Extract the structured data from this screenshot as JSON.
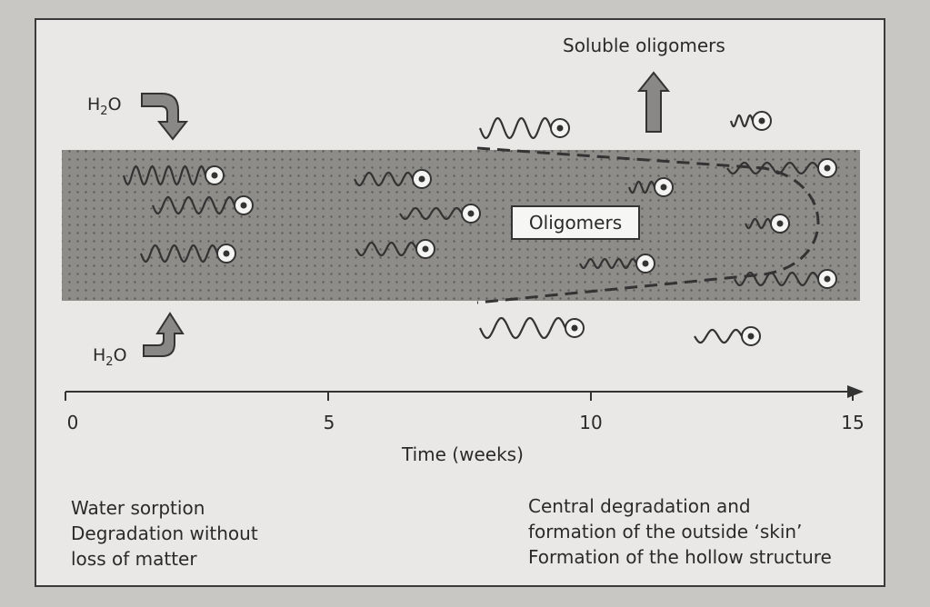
{
  "labels": {
    "soluble_oligomers": "Soluble oligomers",
    "oligomers": "Oligomers",
    "water_prefix": "H",
    "water_sub": "2",
    "water_suffix": "O",
    "axis_title": "Time (weeks)"
  },
  "axis": {
    "min": 0,
    "max": 15,
    "ticks": [
      "0",
      "5",
      "10",
      "15"
    ]
  },
  "captions": {
    "left": [
      "Water sorption",
      "Degradation without",
      "loss of matter"
    ],
    "right": [
      "Central degradation and",
      "formation of the outside ‘skin’",
      "Formation of the hollow structure"
    ]
  },
  "colors": {
    "ink": "#333333",
    "matrix": "#8e8c89",
    "paper": "#e9e8e6"
  },
  "icons": [
    "bent-arrow-down-icon",
    "bent-arrow-up-icon",
    "up-arrow-icon",
    "oligomer-chain-icon"
  ]
}
